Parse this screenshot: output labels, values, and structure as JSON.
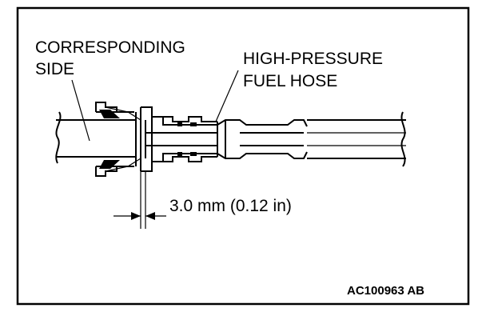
{
  "labels": {
    "corresponding_side": [
      "CORRESPONDING",
      "SIDE"
    ],
    "high_pressure_fuel_hose": [
      "HIGH-PRESSURE",
      "FUEL HOSE"
    ],
    "dimension": "3.0 mm (0.12 in)",
    "figure_code": "AC100963 AB"
  }
}
